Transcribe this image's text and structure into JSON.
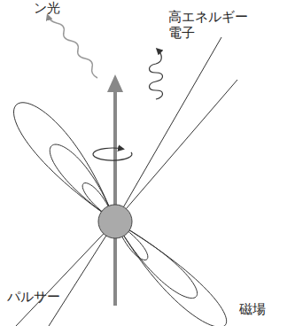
{
  "diagram": {
    "labels": [
      "ン光",
      "高エネルギー 電子",
      "パルサー",
      "磁場"
    ]
  }
}
